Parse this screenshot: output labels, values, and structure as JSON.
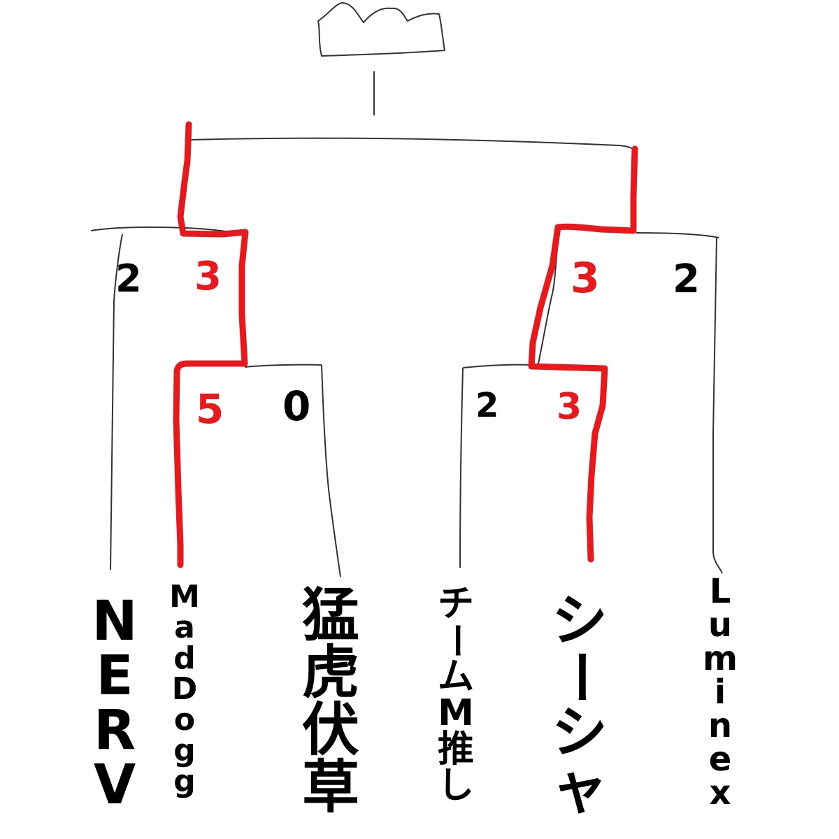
{
  "colors": {
    "winner_path": "#e8191c",
    "ink": "#000000",
    "thin_line": "#333333"
  },
  "icons": [
    "trophy-icon"
  ],
  "teams": [
    {
      "id": "nerv",
      "name": "NERV"
    },
    {
      "id": "maddogg",
      "name": "MadDogg"
    },
    {
      "id": "moko",
      "name": "猛虎伏草"
    },
    {
      "id": "team-m",
      "name": "チームM推し"
    },
    {
      "id": "shisha",
      "name": "シーシャ"
    },
    {
      "id": "luminex",
      "name": "Luminex"
    }
  ],
  "scores": {
    "r1_left": {
      "maddogg": "5",
      "moko": "0"
    },
    "r1_right": {
      "team_m": "2",
      "shisha": "3"
    },
    "sf_left": {
      "nerv": "2",
      "maddogg": "3"
    },
    "sf_right": {
      "shisha": "3",
      "luminex": "2"
    }
  }
}
